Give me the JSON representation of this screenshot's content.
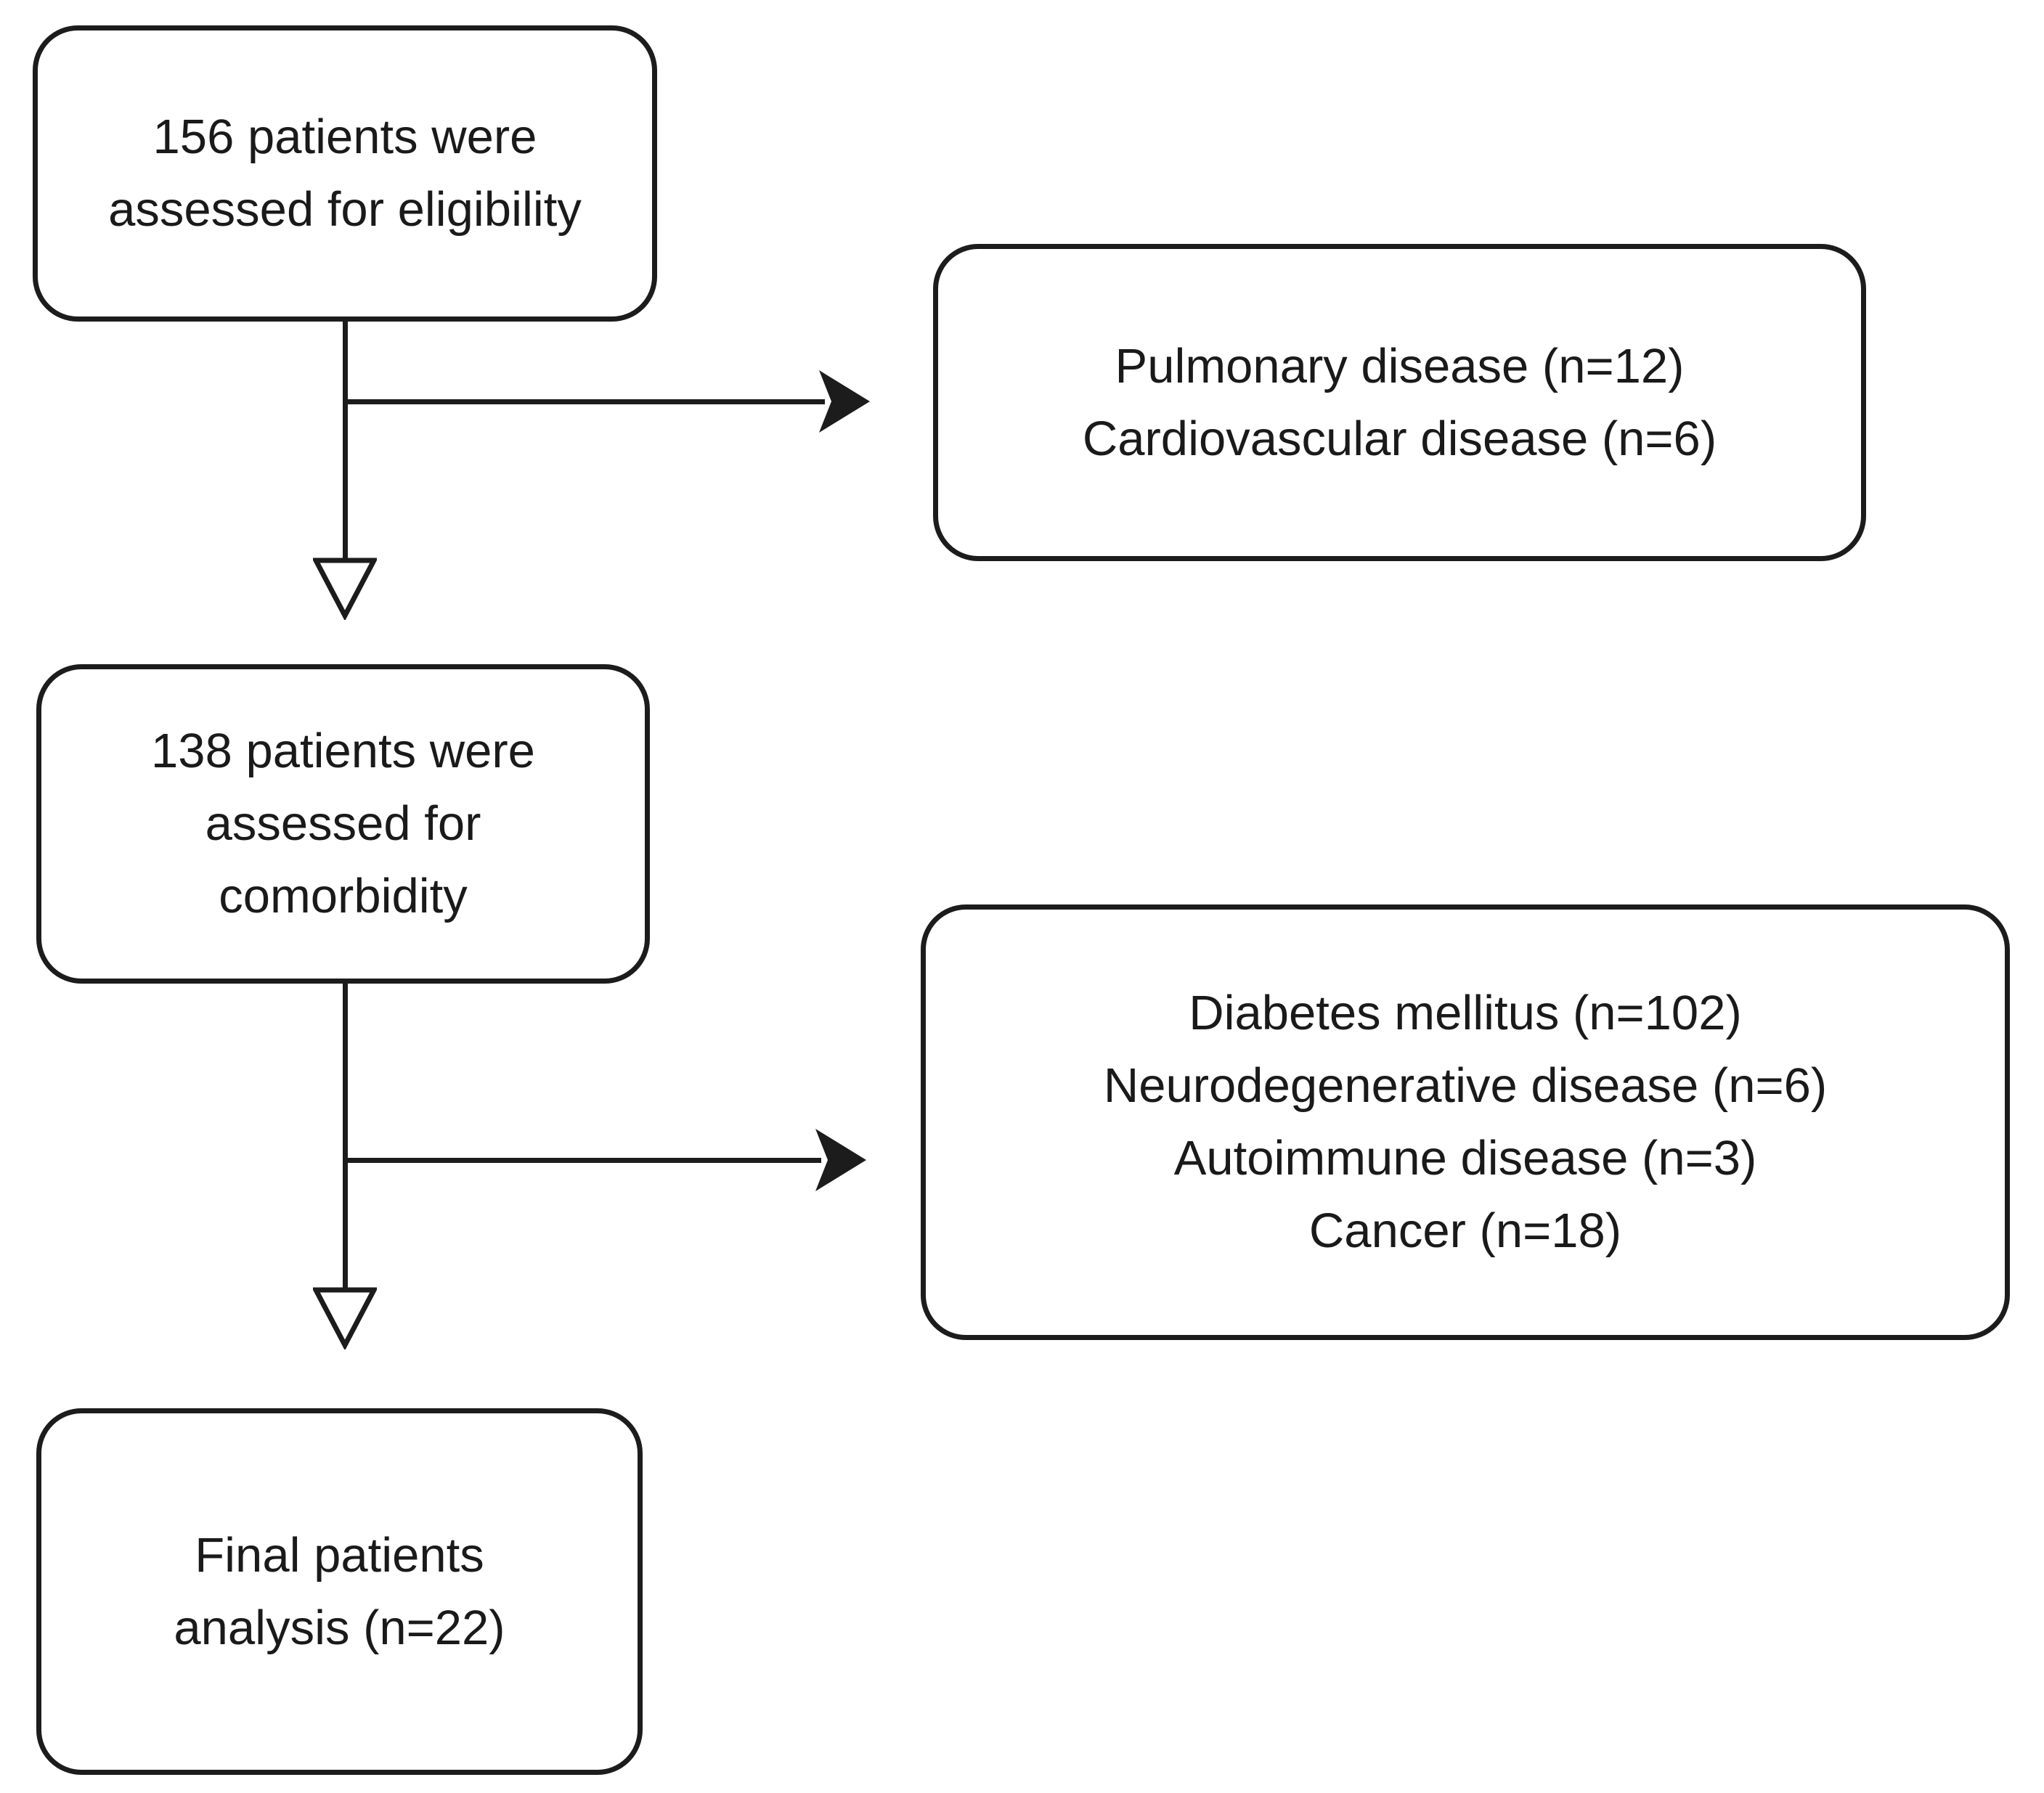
{
  "diagram": {
    "background_color": "#ffffff",
    "line_color": "#1c1c1c",
    "boxes": {
      "eligibility": {
        "lines": [
          "156 patients were",
          "assessed for eligibility"
        ]
      },
      "excluded_eligibility": {
        "lines": [
          "Pulmonary disease (n=12)",
          "Cardiovascular disease (n=6)"
        ]
      },
      "comorbidity": {
        "lines": [
          "138 patients were",
          "assessed for",
          "comorbidity"
        ]
      },
      "excluded_comorbidity": {
        "lines": [
          "Diabetes mellitus (n=102)",
          "Neurodegenerative disease (n=6)",
          "Autoimmune disease (n=3)",
          "Cancer (n=18)"
        ]
      },
      "final": {
        "lines": [
          "Final patients",
          "analysis (n=22)"
        ]
      }
    }
  }
}
